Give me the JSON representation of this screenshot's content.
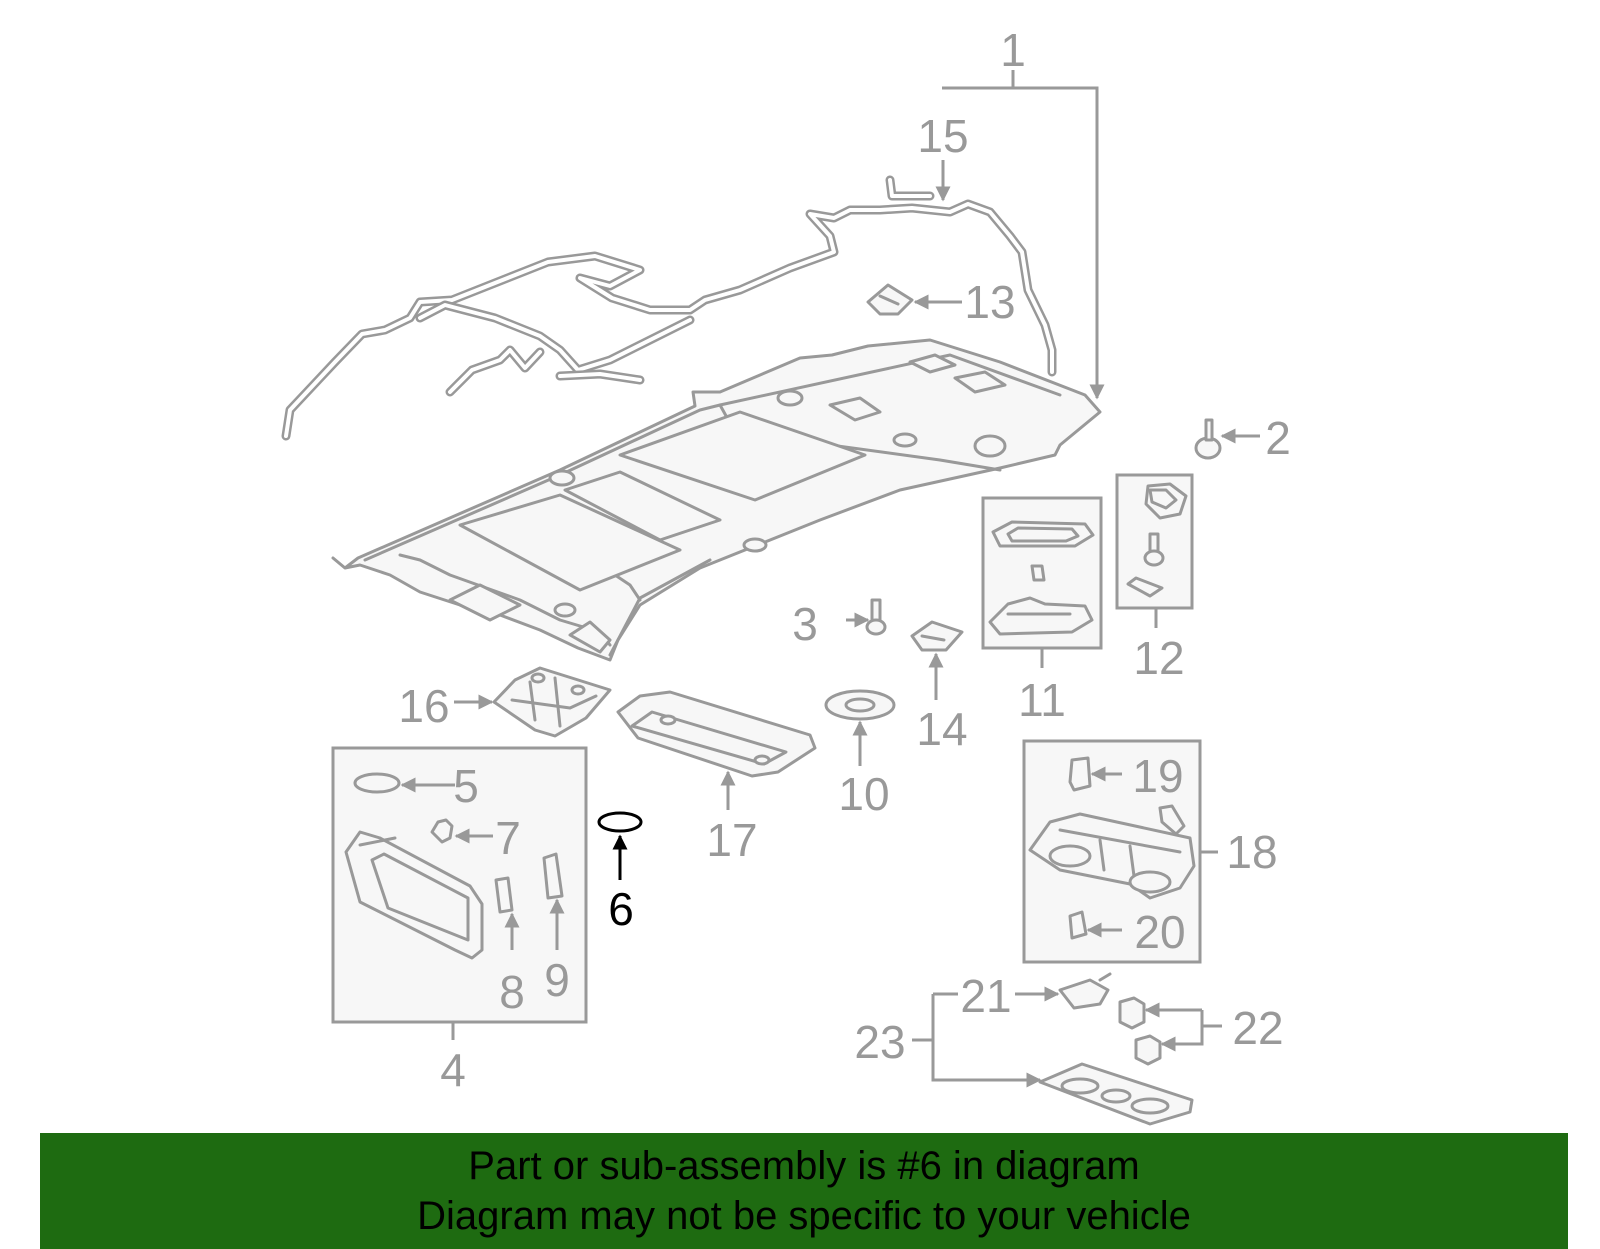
{
  "diagram": {
    "highlighted_callout": "6",
    "callouts": {
      "c1": "1",
      "c2": "2",
      "c3": "3",
      "c4": "4",
      "c5": "5",
      "c6": "6",
      "c7": "7",
      "c8": "8",
      "c9": "9",
      "c10": "10",
      "c11": "11",
      "c12": "12",
      "c13": "13",
      "c14": "14",
      "c15": "15",
      "c16": "16",
      "c17": "17",
      "c18": "18",
      "c19": "19",
      "c20": "20",
      "c21": "21",
      "c22": "22",
      "c23": "23"
    },
    "colors": {
      "line": "#999999",
      "highlight": "#000000",
      "banner_bg": "#1e6b11"
    }
  },
  "banner": {
    "line1": "Part or sub-assembly is #6 in diagram",
    "line2": "Diagram may not be specific to your vehicle"
  }
}
